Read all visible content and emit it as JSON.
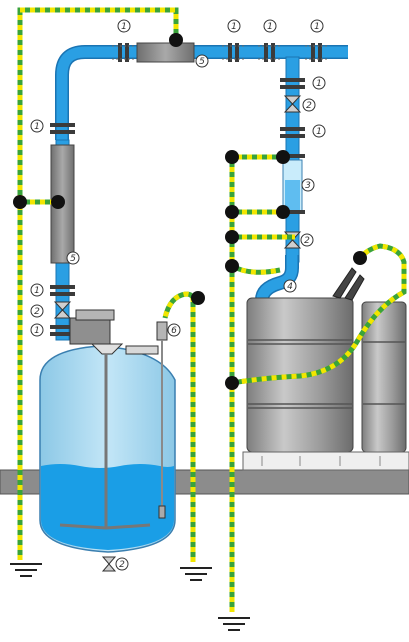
{
  "callouts": {
    "flange": "1",
    "valve": "2",
    "sight_glass": "3",
    "flexible_hose": "4",
    "hose_section": "5",
    "dip_probe": "6"
  },
  "colors": {
    "pipe": "#2a9fe3",
    "pipe_dark": "#1a74b3",
    "liquid": "#1a9ee6",
    "tank_body": "#a8d8f0",
    "drum": "#9a9a9a",
    "ground_stripe_a": "#f2e600",
    "ground_stripe_b": "#3aa33a",
    "joint": "#111111",
    "floor": "#8a8a8a"
  },
  "icons": [
    "ground-symbol",
    "bonding-clamp",
    "valve-symbol",
    "flange-symbol"
  ]
}
